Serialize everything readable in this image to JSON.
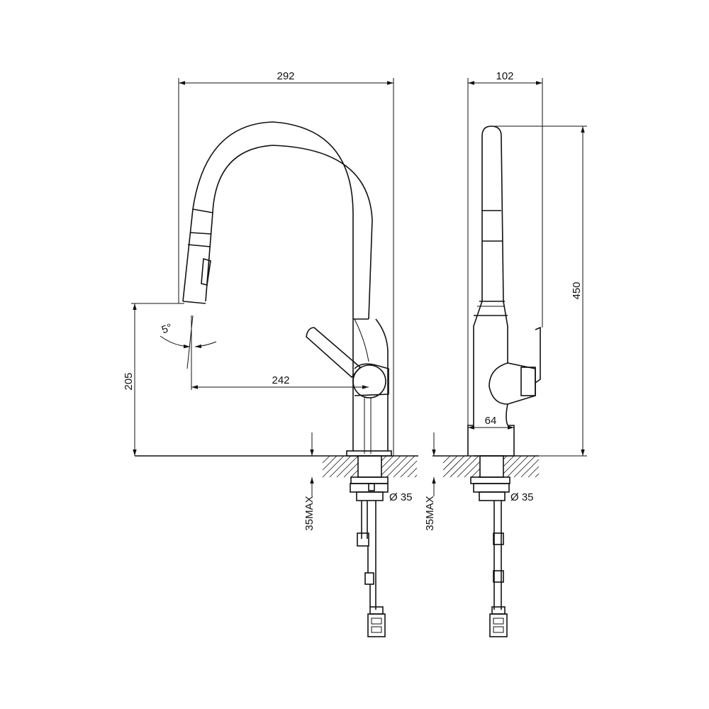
{
  "dimensions": {
    "overall_width": "292",
    "spout_reach": "242",
    "spout_height": "205",
    "swivel_angle": "5°",
    "side_width": "102",
    "total_height": "450",
    "body_diameter": "64",
    "hole_diameter_front": "Ø 35",
    "hole_diameter_side": "Ø 35",
    "max_thickness_front": "35MAX",
    "max_thickness_side": "35MAX"
  },
  "colors": {
    "line": "#111111",
    "background": "#ffffff"
  }
}
